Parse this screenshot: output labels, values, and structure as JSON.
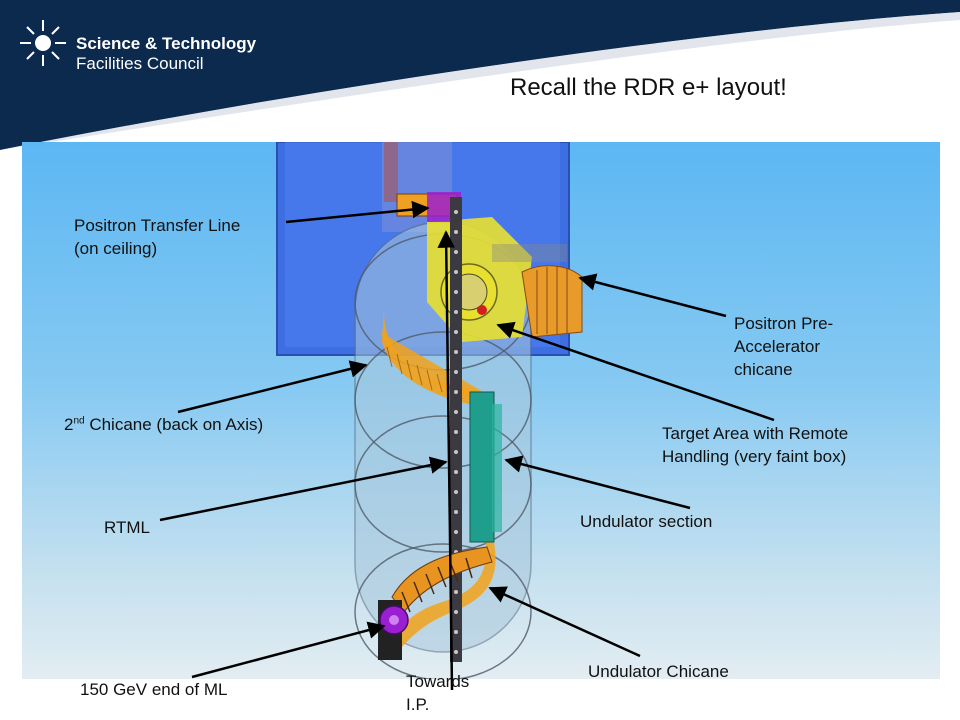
{
  "header": {
    "logo_line1": "Science & Technology",
    "logo_line2": "Facilities Council",
    "title": "Recall the RDR e+ layout!"
  },
  "labels": {
    "transfer_line_1": "Positron Transfer Line",
    "transfer_line_2": "(on ceiling)",
    "pre_accel_1": "Positron Pre-",
    "pre_accel_2": "Accelerator",
    "pre_accel_3": "chicane",
    "chicane2_num": "2",
    "chicane2_sup": "nd",
    "chicane2_rest": " Chicane (back on Axis)",
    "target_1": "Target Area with Remote",
    "target_2": "Handling (very faint box)",
    "rtml": "RTML",
    "undulator_section": "Undulator section",
    "undulator_chicane": "Undulator Chicane",
    "ml_end": "150 GeV end of ML",
    "towards_1": "Towards",
    "towards_2": "I.P."
  },
  "colors": {
    "banner": "#0b2a4e",
    "beamline_orange": "#f2a21a",
    "magnet_yellow": "#e8e030",
    "undulator_teal": "#1f9e8e",
    "magnet_purple": "#9a1fd0"
  }
}
